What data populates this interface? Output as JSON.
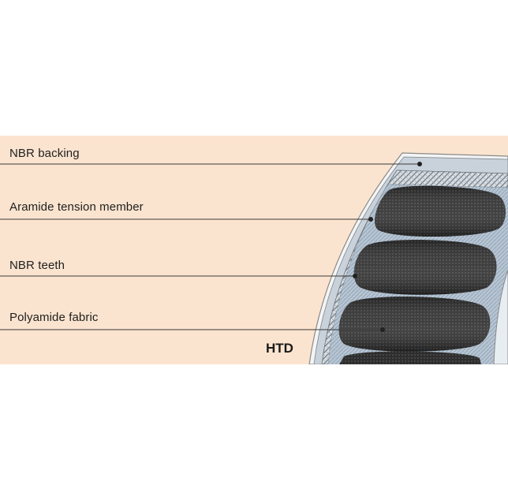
{
  "labels": {
    "nbr_backing": "NBR backing",
    "aramide_tension_member": "Aramide tension member",
    "nbr_teeth": "NBR teeth",
    "polyamide_fabric": "Polyamide fabric"
  },
  "belt_type": "HTD",
  "colors": {
    "background_panel": "#fbe4cf",
    "belt_dark": "#2b2b2b",
    "fabric_blue": "#aebfcf",
    "leader_line": "#3a3a3a"
  }
}
